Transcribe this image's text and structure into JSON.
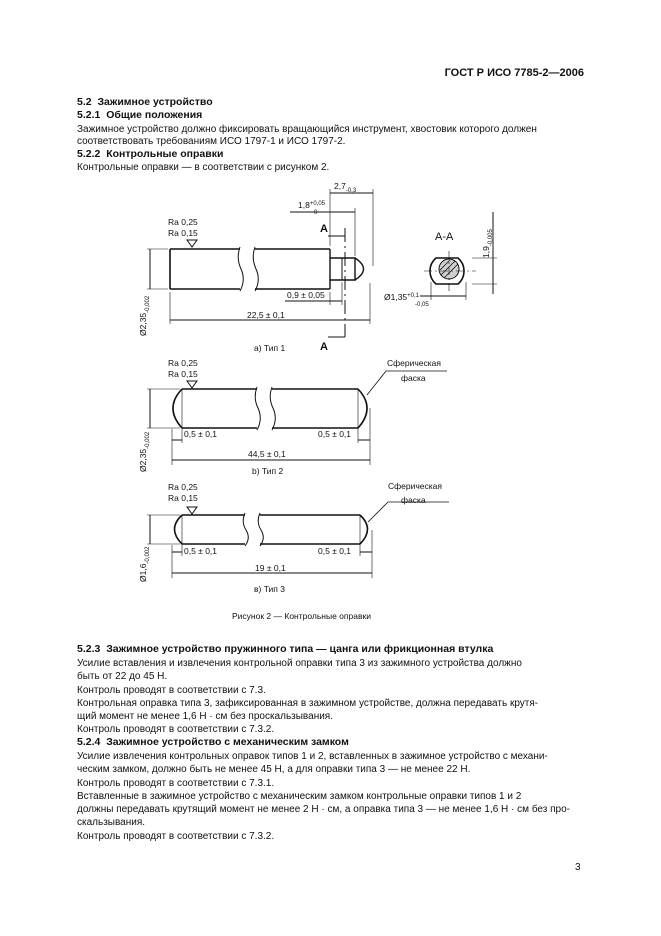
{
  "header": {
    "standard": "ГОСТ Р ИСО 7785-2—2006"
  },
  "sec_5_2": {
    "num": "5.2",
    "title": "Зажимное устройство"
  },
  "sec_5_2_1": {
    "num": "5.2.1",
    "title": "Общие положения",
    "p1": "Зажимное устройство должно фиксировать вращающийся инструмент, хвостовик которого должен",
    "p2": "соответствовать требованиям ИСО 1797-1 и ИСО 1797-2."
  },
  "sec_5_2_2": {
    "num": "5.2.2",
    "title": "Контрольные оправки",
    "p1": "Контрольные оправки — в соответствии с рисунком 2."
  },
  "figure": {
    "caption": "Рисунок 2 — Контрольные оправки",
    "type1": {
      "caption": "а) Тип 1",
      "ra1": "Ra 0,25",
      "ra2": "Ra 0,15",
      "dim_27": "2,7",
      "dim_27_tol": "-0,3",
      "dim_18": "1,8",
      "dim_18_tol_up": "+0,05",
      "dim_18_tol_lo": "0",
      "dim_09": "0,9 ± 0,05",
      "dim_225": "22,5 ± 0,1",
      "dia": "Ø2,35",
      "dia_tol": "-0,002",
      "section_marker": "A",
      "section_title": "А-А",
      "sec_dia": "Ø1,35",
      "sec_dia_tol_up": "+0,1",
      "sec_dia_tol_lo": "-0,05",
      "sec_h": "1,9",
      "sec_h_tol": "-0,005"
    },
    "type2": {
      "caption": "b) Тип 2",
      "ra1": "Ra 0,25",
      "ra2": "Ra 0,15",
      "chamfer_label_1": "Сферическая",
      "chamfer_label_2": "фаска",
      "left_dim": "0,5 ± 0,1",
      "right_dim": "0,5 ± 0,1",
      "total": "44,5 ± 0,1",
      "dia": "Ø2,35",
      "dia_tol": "-0,002"
    },
    "type3": {
      "caption": "в) Тип 3",
      "ra1": "Ra 0,25",
      "ra2": "Ra 0,15",
      "chamfer_label_1": "Сферическая",
      "chamfer_label_2": "фаска",
      "left_dim": "0,5 ± 0,1",
      "right_dim": "0,5 ± 0,1",
      "total": "19 ± 0,1",
      "dia": "Ø1,6",
      "dia_tol": "-0,002"
    }
  },
  "sec_5_2_3": {
    "num": "5.2.3",
    "title": "Зажимное устройство пружинного типа — цанга или фрикционная втулка",
    "p1a": "Усилие вставления и извлечения контрольной оправки типа 3 из зажимного устройства должно",
    "p1b": "быть от 22 до 45 Н.",
    "p2": "Контроль проводят в соответствии с 7.3.",
    "p3a": "Контрольная оправка типа 3, зафиксированная в зажимном устройстве, должна передавать крутя-",
    "p3b": "щий момент не менее 1,6 Н · см без проскальзывания.",
    "p4": "Контроль проводят в соответствии с 7.3.2."
  },
  "sec_5_2_4": {
    "num": "5.2.4",
    "title": "Зажимное устройство с механическим замком",
    "p1a": "Усилие извлечения контрольных оправок типов 1 и 2, вставленных в зажимное устройство с механи-",
    "p1b": "ческим замком, должно быть не менее 45 Н, а для оправки типа 3 — не менее 22 Н.",
    "p2": "Контроль проводят в соответствии с 7.3.1.",
    "p3a": "Вставленные в зажимное устройство с механическим замком контрольные оправки типов 1 и 2",
    "p3b": "должны передавать крутящий момент не менее 2 Н · см, а оправка типа 3 — не менее 1,6 Н · см без про-",
    "p3c": "скальзывания.",
    "p4": "Контроль проводят в соответствии с 7.3.2."
  },
  "footer": {
    "page_number": "3"
  }
}
